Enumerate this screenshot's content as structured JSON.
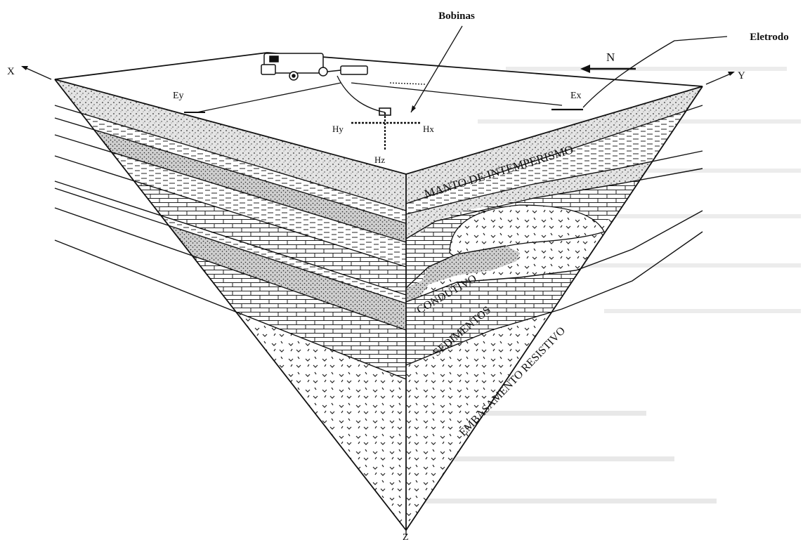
{
  "callouts": {
    "coils": "Bobinas",
    "electrode": "Eletrodo"
  },
  "axes": {
    "x": "X",
    "y": "Y",
    "z": "Z",
    "north": "N"
  },
  "sensors": {
    "ey": "Ey",
    "ex": "Ex",
    "hy": "Hy",
    "hx": "Hx",
    "hz": "Hz"
  },
  "layers": {
    "weathering_mantle": "MANTO DE INTEMPERISMO",
    "conductive": "CONDUTIVO",
    "sediments": "SEDIMENTOS",
    "resistive_basement": "EMBASAMENTO RESISTIVO"
  },
  "colors": {
    "ink": "#111111",
    "stipple_fill": "#d9d9d9",
    "background_text": "#c9c9c9"
  }
}
